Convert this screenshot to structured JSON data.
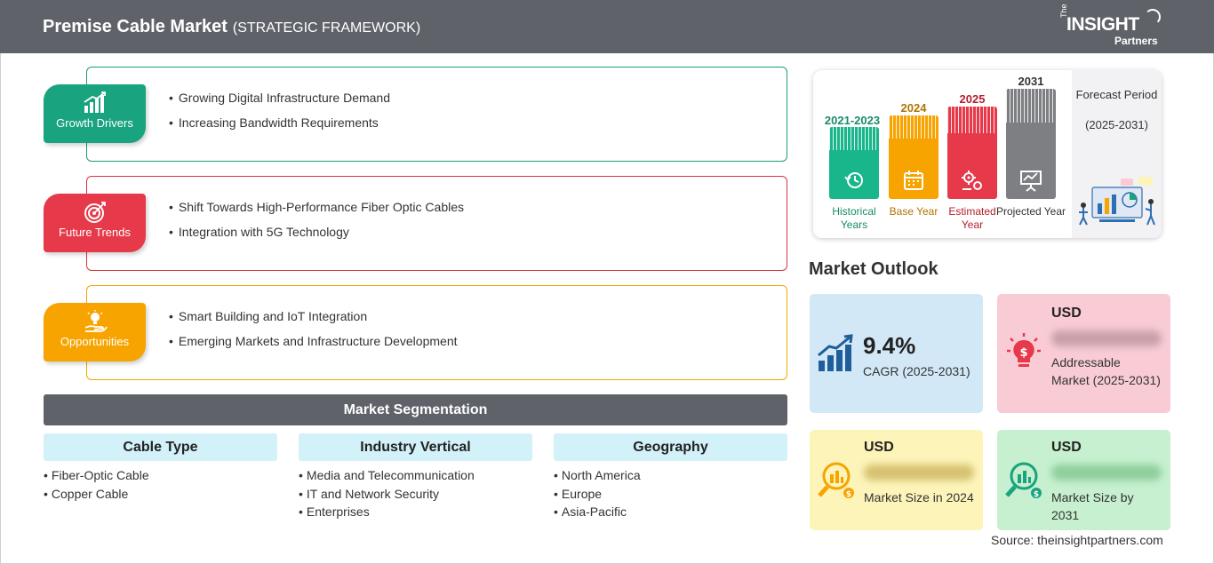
{
  "header": {
    "title": "Premise Cable Market",
    "subtitle": "(STRATEGIC FRAMEWORK)",
    "logo": {
      "the": "The",
      "name": "INSIGHT",
      "sub": "Partners"
    }
  },
  "framework": [
    {
      "label": "Growth Drivers",
      "color": "#19a37e",
      "icon": "growth-chart-icon",
      "items": [
        "Growing Digital Infrastructure Demand",
        "Increasing Bandwidth Requirements"
      ]
    },
    {
      "label": "Future Trends",
      "color": "#e6394a",
      "icon": "target-icon",
      "items": [
        "Shift Towards High-Performance Fiber Optic Cables",
        "Integration with 5G Technology"
      ]
    },
    {
      "label": "Opportunities",
      "color": "#f7a400",
      "icon": "lightbulb-hand-icon",
      "items": [
        "Smart Building and IoT Integration",
        "Emerging Markets and Infrastructure Development"
      ]
    }
  ],
  "segmentation": {
    "title": "Market Segmentation",
    "columns": [
      {
        "heading": "Cable Type",
        "items": [
          "Fiber-Optic Cable",
          "Copper Cable"
        ]
      },
      {
        "heading": "Industry Vertical",
        "items": [
          "Media and Telecommunication",
          "IT and Network Security",
          "Enterprises"
        ]
      },
      {
        "heading": "Geography",
        "items": [
          "North America",
          "Europe",
          "Asia-Pacific"
        ]
      }
    ]
  },
  "timeline": {
    "forecast_label": "Forecast Period",
    "forecast_range": "(2025-2031)",
    "bars": [
      {
        "year": "2021-2023",
        "label": "Historical Years",
        "color": "#19b58b",
        "year_color": "#1a8a6a",
        "icon": "history-clock-icon"
      },
      {
        "year": "2024",
        "label": "Base Year",
        "color": "#f7a400",
        "year_color": "#b07400",
        "icon": "calendar-icon"
      },
      {
        "year": "2025",
        "label": "Estimated Year",
        "color": "#e6394a",
        "year_color": "#b3202f",
        "icon": "estimate-gears-icon"
      },
      {
        "year": "2031",
        "label": "Projected Year",
        "color": "#7d7f83",
        "year_color": "#333333",
        "icon": "presentation-chart-icon"
      }
    ]
  },
  "outlook": {
    "title": "Market Outlook",
    "cagr": {
      "value": "9.4%",
      "label": "CAGR (2025-2031)",
      "icon": "rising-bars-icon"
    },
    "addressable": {
      "currency": "USD",
      "value": "lorem ipsum",
      "label": "Addressable Market (2025-2031)",
      "icon": "lightbulb-dollar-icon"
    },
    "size_2024": {
      "currency": "USD",
      "value": "lorem ipsum",
      "label": "Market Size in 2024",
      "icon": "magnifier-chart-icon"
    },
    "size_2031": {
      "currency": "USD",
      "value": "lorem ipsum",
      "label": "Market Size by 2031",
      "icon": "magnifier-chart-icon"
    }
  },
  "source": "Source: theinsightpartners.com"
}
